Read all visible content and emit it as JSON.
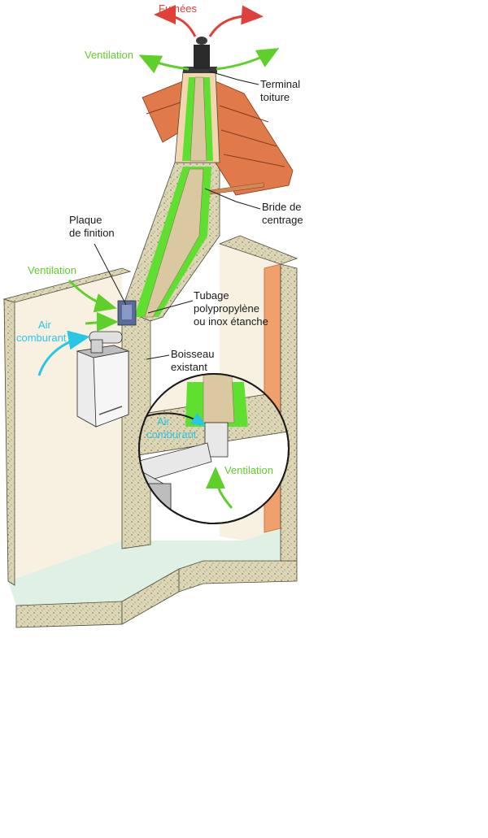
{
  "diagram": {
    "labels": {
      "fumees": "Fumées",
      "ventilation_top": "Ventilation",
      "terminal_line1": "Terminal",
      "terminal_line2": "toiture",
      "bride_line1": "Bride de",
      "bride_line2": "centrage",
      "plaque_line1": "Plaque",
      "plaque_line2": "de finition",
      "ventilation_left": "Ventilation",
      "tubage_line1": "Tubage",
      "tubage_line2": "polypropylène",
      "tubage_line3": "ou inox étanche",
      "air_line1": "Air",
      "air_line2": "comburant",
      "boisseau_line1": "Boisseau",
      "boisseau_line2": "existant",
      "detail_air_line1": "Air",
      "detail_air_line2": "comburant",
      "detail_ventilation": "Ventilation"
    },
    "colors": {
      "fumes_arrow": "#e0403a",
      "ventilation_arrow": "#5fcf2a",
      "air_arrow": "#29c7e6",
      "concrete": "#d8d2b0",
      "wall": "#f8f1e2",
      "floor": "#dff0e4",
      "roof_tile": "#e07a4a",
      "insulation": "#5fe030",
      "flue_liner": "#d9c8a0",
      "orange_panel": "#f0a06a"
    }
  }
}
